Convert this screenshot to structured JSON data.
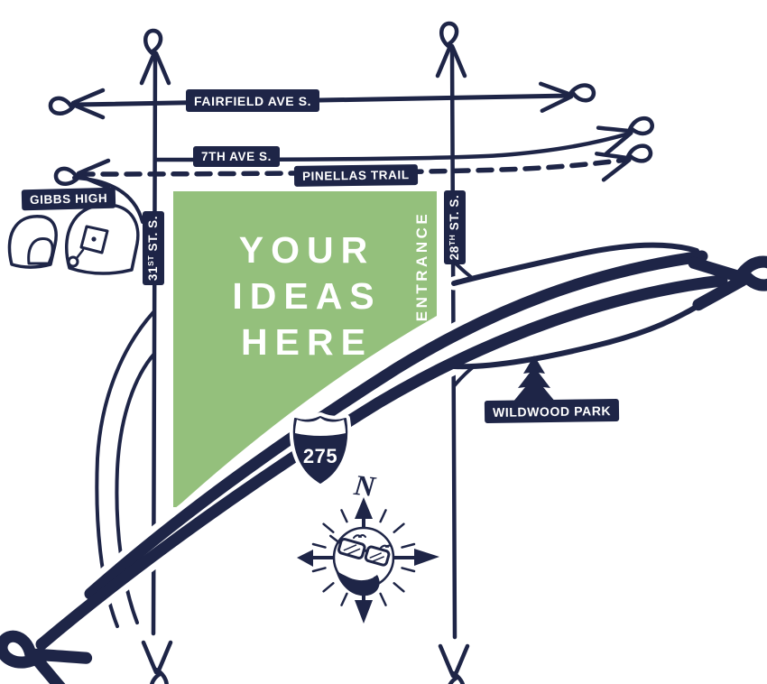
{
  "map": {
    "idea_area": {
      "line1": "YOUR",
      "line2": "IDEAS",
      "line3": "HERE",
      "entrance": "ENTRANCE"
    },
    "roads": {
      "fairfield": "FAIRFIELD AVE S.",
      "seventh": "7TH AVE S.",
      "pinellas": "PINELLAS TRAIL",
      "st31": {
        "num": "31",
        "sup": "ST",
        "rest": " ST. S."
      },
      "st28": {
        "num": "28",
        "sup": "TH",
        "rest": " ST. S."
      },
      "interstate": "275"
    },
    "places": {
      "gibbs": "GIBBS HIGH",
      "wildwood": "WILDWOOD PARK"
    },
    "compass": {
      "north": "N"
    },
    "colors": {
      "navy": "#1e2547",
      "green": "#94c07c"
    }
  }
}
